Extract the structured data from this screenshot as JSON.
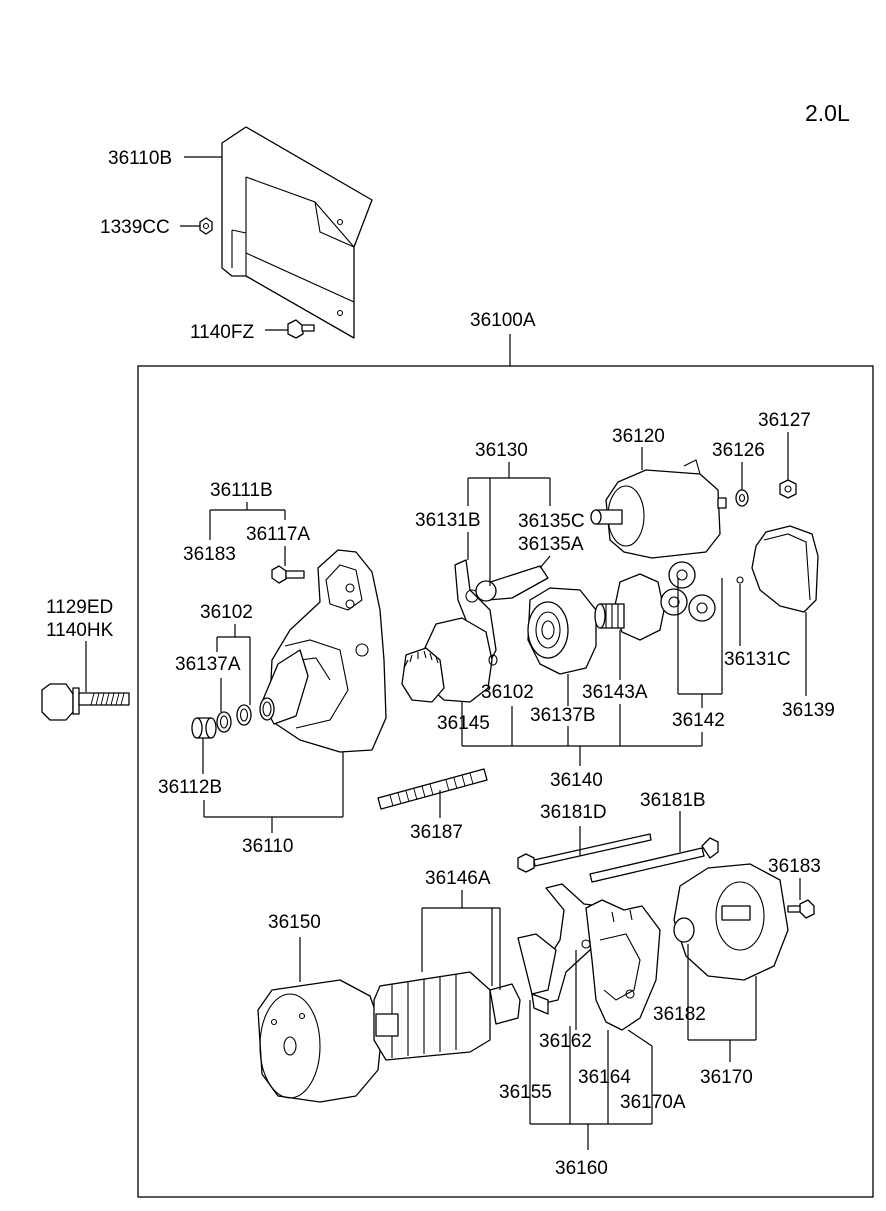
{
  "diagram": {
    "engine_label": "2.0L",
    "labels": {
      "p36110B": "36110B",
      "p1339CC": "1339CC",
      "p1140FZ": "1140FZ",
      "p36100A": "36100A",
      "p36130": "36130",
      "p36120": "36120",
      "p36126": "36126",
      "p36127": "36127",
      "p36111B": "36111B",
      "p36131B": "36131B",
      "p36135C": "36135C",
      "p36135A": "36135A",
      "p36183_top": "36183",
      "p36117A": "36117A",
      "p1129ED": "1129ED",
      "p1140HK": "1140HK",
      "p36102_left": "36102",
      "p36137A": "36137A",
      "p36131C": "36131C",
      "p36102_mid": "36102",
      "p36143A": "36143A",
      "p36145": "36145",
      "p36137B": "36137B",
      "p36142": "36142",
      "p36139": "36139",
      "p36112B": "36112B",
      "p36140": "36140",
      "p36110": "36110",
      "p36187": "36187",
      "p36181D": "36181D",
      "p36181B": "36181B",
      "p36183_bottom": "36183",
      "p36146A": "36146A",
      "p36150": "36150",
      "p36182": "36182",
      "p36162": "36162",
      "p36170": "36170",
      "p36164": "36164",
      "p36155": "36155",
      "p36170A": "36170A",
      "p36160": "36160"
    }
  }
}
